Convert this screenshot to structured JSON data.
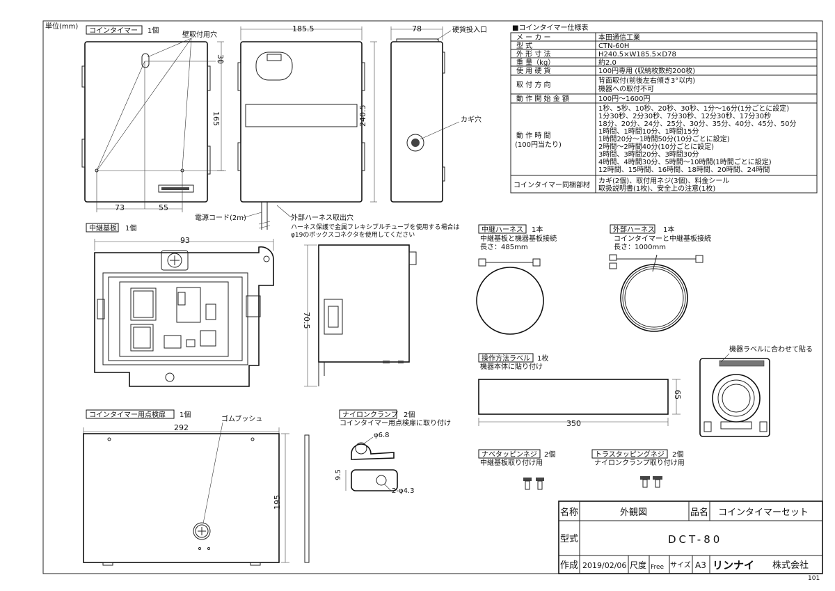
{
  "sheet": {
    "unit": "単位(mm)",
    "corner": "101"
  },
  "coin_timer": {
    "tag": "コインタイマー",
    "qty": "1個",
    "labels": {
      "wall_holes": "壁取付用穴",
      "coin_slot": "硬貨投入口",
      "key_hole": "カギ穴",
      "power_cord": "電源コード(2m)",
      "harness_out": "外部ハーネス取出穴"
    },
    "dims": {
      "width": "185.5",
      "depth": "78",
      "height": "240.5",
      "top": "30",
      "hole_pitch": "165",
      "left": "73",
      "right": "55"
    },
    "note1": "ハーネス保護で金属フレキシブルチューブを使用する場合は",
    "note2": "φ19のボックスコネクタを使用してください"
  },
  "spec": {
    "title": "■コインタイマー仕様表",
    "rows": [
      {
        "k": "メ ー カ ー",
        "v": [
          "本田通信工業"
        ]
      },
      {
        "k": "型 式",
        "v": [
          "CTN-60H"
        ]
      },
      {
        "k": "外 形 寸 法",
        "v": [
          "H240.5×W185.5×D78"
        ]
      },
      {
        "k": "重 量（kg）",
        "v": [
          "約2.0"
        ]
      },
      {
        "k": "使 用 硬 貨",
        "v": [
          "100円専用 (収納枚数約200枚)"
        ]
      },
      {
        "k": "取 付 方 向",
        "v": [
          "背面取付(前後左右傾き3°以内)",
          "機器への取付不可"
        ]
      },
      {
        "k": "動 作 開 始 金 額",
        "v": [
          "100円〜1600円"
        ]
      },
      {
        "k": "動 作 時 間",
        "k2": "(100円当たり)",
        "v": [
          "1秒、5秒、10秒、20秒、30秒、1分〜16分(1分ごとに設定)",
          "1分30秒、2分30秒、7分30秒、12分30秒、17分30秒",
          "18分、20分、24分、25分、30分、35分、40分、45分、50分",
          "1時間、1時間10分、1時間15分",
          "1時間20分〜1時間50分(10分ごとに設定)",
          "2時間〜2時間40分(10分ごとに設定)",
          "3時間、3時間20分、3時間30分",
          "4時間、4時間30分、5時間〜10時間(1時間ごとに設定)",
          "12時間、15時間、16時間、18時間、20時間、24時間"
        ]
      },
      {
        "k": "コインタイマー同梱部材",
        "v": [
          "カギ(2個)、取付用ネジ(3個)、料金シール",
          "取扱説明書(1枚)、安全上の注意(1枚)"
        ]
      }
    ]
  },
  "relay_board": {
    "tag": "中継基板",
    "qty": "1個",
    "dims": {
      "width": "93",
      "height": "70.5"
    }
  },
  "relay_harness": {
    "tag": "中継ハーネス",
    "qty": "1本",
    "desc": "中継基板と機器基板接続",
    "length": "長さ：485mm"
  },
  "ext_harness": {
    "tag": "外部ハーネス",
    "qty": "1本",
    "desc": "コインタイマーと中継基板接続",
    "length": "長さ：1000mm"
  },
  "label_op": {
    "tag": "操作方法ラベル",
    "qty": "1枚",
    "desc": "機器本体に貼り付け",
    "dims": {
      "width": "350",
      "height": "65"
    }
  },
  "machine_label": "機器ラベルに合わせて貼る",
  "cover": {
    "tag": "コインタイマー用点検扉",
    "qty": "1個",
    "bush": "ゴムブッシュ",
    "dims": {
      "width": "292",
      "height": "195"
    }
  },
  "clamp": {
    "tag": "ナイロンクランプ",
    "qty": "2個",
    "desc": "コインタイマー用点検扉に取り付け",
    "dims": {
      "d": "φ6.8",
      "h": "9.5",
      "holes": "2-φ4.3"
    }
  },
  "pan_screw": {
    "tag": "ナベタッピンネジ",
    "qty": "2個",
    "desc": "中継基板取り付け用"
  },
  "truss_screw": {
    "tag": "トラスタッピングネジ",
    "qty": "2個",
    "desc": "ナイロンクランプ取り付け用"
  },
  "title_block": {
    "name_l": "名称",
    "name_v": "外観図",
    "prod_l": "品名",
    "prod_v": "コインタイマーセット",
    "model_l": "型式",
    "model_v": "DCT-80",
    "made_l": "作成",
    "date": "2019/02/06",
    "scale_l": "尺度",
    "scale_v": "Free",
    "size_l": "サイズ",
    "size_v": "A3",
    "company_logo": "リンナイ",
    "company_suffix": "株式会社"
  }
}
